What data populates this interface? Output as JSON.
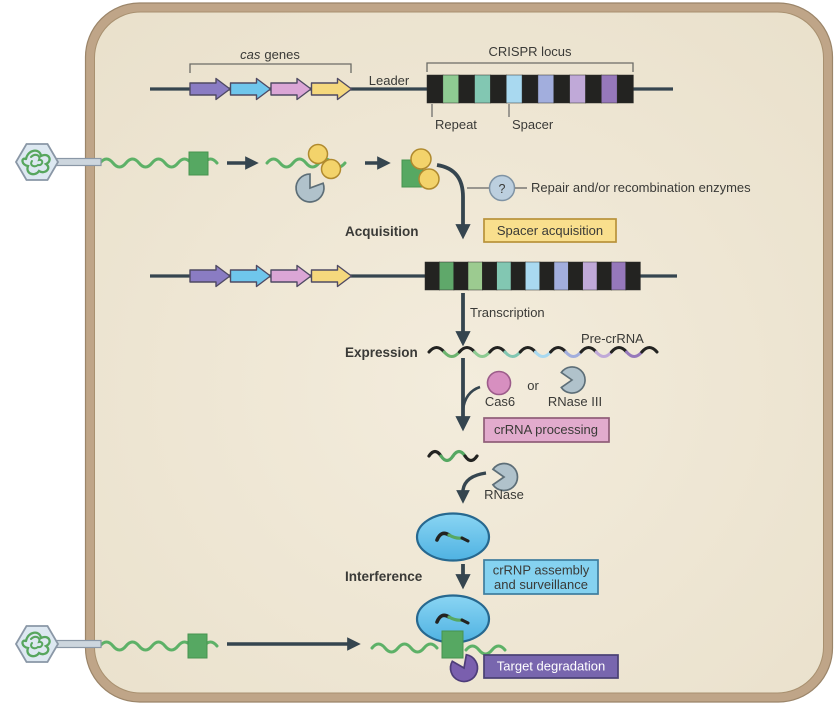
{
  "labels": {
    "cas_italic": "cas",
    "genes_word": "genes",
    "crispr_locus": "CRISPR locus",
    "leader": "Leader",
    "repeat": "Repeat",
    "spacer": "Spacer",
    "acquisition": "Acquisition",
    "spacer_acquisition": "Spacer acquisition",
    "question": "?",
    "repair": "Repair and/or recombination enzymes",
    "transcription": "Transcription",
    "expression": "Expression",
    "pre_crrna": "Pre-crRNA",
    "cas6": "Cas6",
    "or": "or",
    "rnase3": "RNase III",
    "crrna_processing": "crRNA processing",
    "rnase": "RNase",
    "interference": "Interference",
    "crrnp1": "crRNP assembly",
    "crrnp2": "and surveillance",
    "target_degradation": "Target degradation"
  },
  "colors": {
    "background": "#ffffff",
    "cell_fill": "#ece4d1",
    "cell_wall": "#bfa588",
    "line_dark": "#35454f",
    "text": "#3a3a37",
    "protein_yellow": "#f3d36b",
    "protein_gray": "#b0c2cb",
    "cas6_pink": "#d78fc0",
    "question_blue": "#bccfdf",
    "pacman_purple": "#7a5fae",
    "protospacer_green": "#56a862",
    "phage_dna_green": "#5db167",
    "rnp_oval_blue": "#67c4ec",
    "box_yellow": "#f9df8d",
    "box_pink": "#e2abcd",
    "box_blue": "#85d2f0",
    "box_purple": "#7866ae"
  },
  "genes": {
    "arrow_colors": [
      "#8a7cc3",
      "#6fc6ec",
      "#dba6d6",
      "#f5d87d"
    ]
  },
  "locus": {
    "top_blocks": [
      "#232321",
      "#8ecb92",
      "#232321",
      "#82c7b2",
      "#232321",
      "#a9d9f0",
      "#232321",
      "#a2aedd",
      "#232321",
      "#c0a9d8",
      "#232321",
      "#9678bb",
      "#232321"
    ],
    "bottom_blocks": [
      "#232321",
      "#5fa86a",
      "#232321",
      "#9ccb90",
      "#232321",
      "#82c7b2",
      "#232321",
      "#a9d9f0",
      "#232321",
      "#a2aedd",
      "#232321",
      "#c0a9d8",
      "#232321",
      "#9678bb",
      "#232321"
    ]
  },
  "pre_crrna": {
    "segment_colors": [
      "#232321",
      "#6db46f",
      "#232321",
      "#8ecb92",
      "#232321",
      "#82c7b2",
      "#232321",
      "#a9d9f0",
      "#232321",
      "#a2aedd",
      "#232321",
      "#c0a9d8",
      "#232321",
      "#9678bb",
      "#232321"
    ]
  }
}
